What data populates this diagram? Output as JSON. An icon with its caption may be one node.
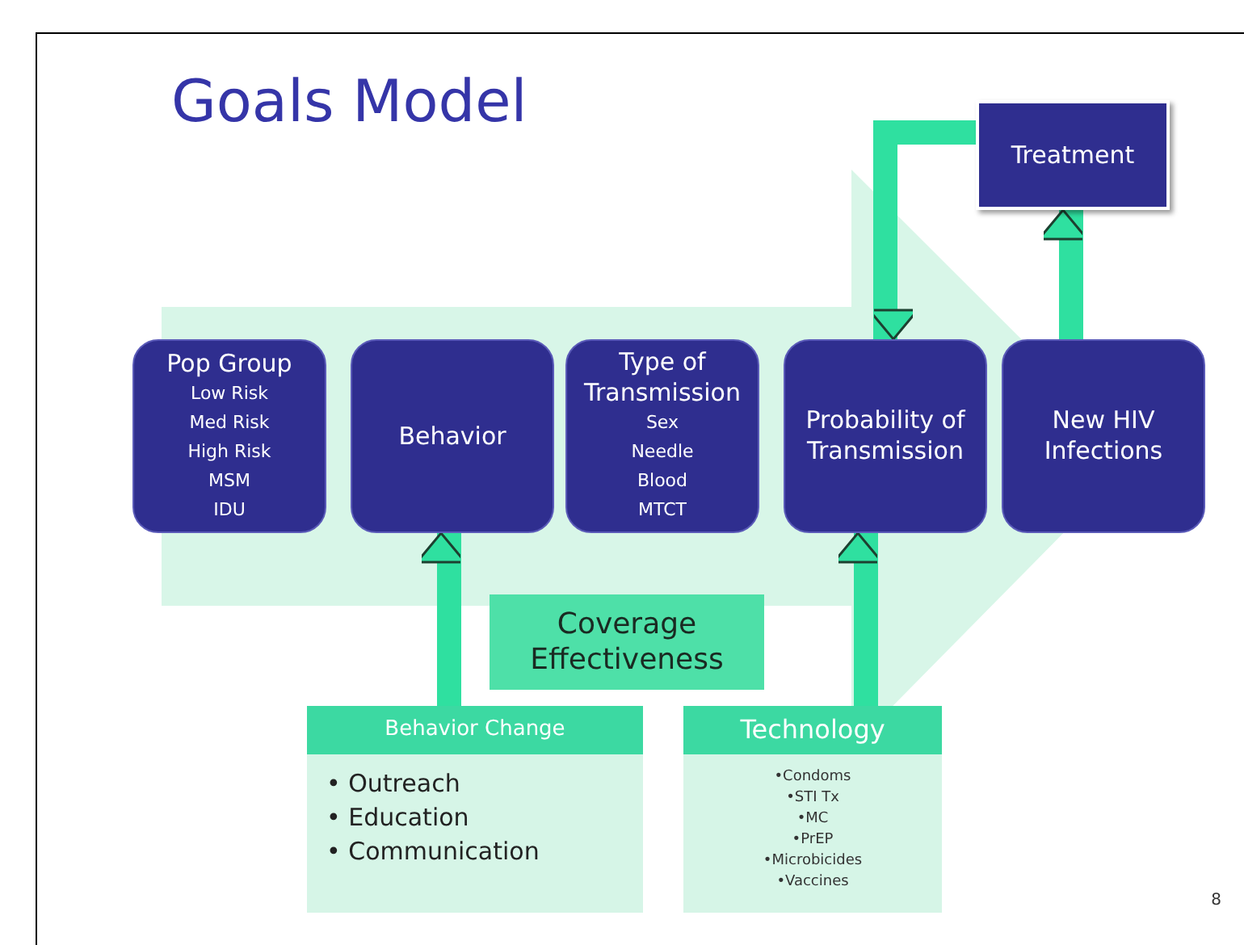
{
  "diagram": {
    "title": "Goals Model",
    "nodes": [
      {
        "text": [
          "Pop Group",
          "Low Risk",
          "Med Risk",
          "High Risk",
          "MSM",
          "IDU"
        ]
      },
      {
        "text": [
          "Behavior"
        ]
      },
      {
        "text": [
          "Type of Transmission",
          "Sex",
          "Needle",
          "Blood",
          "MTCT"
        ]
      },
      {
        "text": [
          "Probability of Transmission"
        ]
      },
      {
        "text": [
          "New HIV Infections"
        ]
      },
      {
        "text": [
          "Treatment"
        ]
      },
      {
        "text": [
          "Coverage Effectiveness"
        ]
      },
      {
        "text": [
          "Behavior Change",
          "• Outreach",
          "• Education",
          "• Communication"
        ]
      },
      {
        "text": [
          "Technology",
          "•Condoms",
          "•STI Tx",
          "•MC",
          "•PrEP",
          "•Microbicides",
          "•Vaccines"
        ]
      }
    ],
    "edges": [
      {
        "from": 4,
        "to": 5,
        "arrow": "to"
      },
      {
        "from": 5,
        "to": 3,
        "arrow": "to"
      },
      {
        "from": 7,
        "to": 1,
        "arrow": "to"
      },
      {
        "from": 8,
        "to": 3,
        "arrow": "to"
      },
      {
        "from": 0,
        "to": 4,
        "arrow": "to",
        "style": "thick",
        "color": "#d8f6e8"
      }
    ],
    "labels": [
      "8"
    ]
  }
}
